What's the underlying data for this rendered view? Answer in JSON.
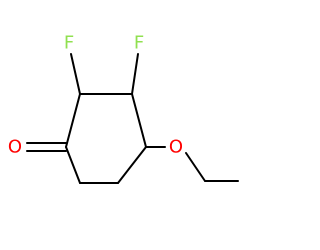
{
  "molecule": {
    "atoms": {
      "carbonyl_oxygen": {
        "symbol": "O",
        "color": "#ff0000"
      },
      "fluorine_1": {
        "symbol": "F",
        "color": "#90e050"
      },
      "fluorine_2": {
        "symbol": "F",
        "color": "#90e050"
      },
      "ether_oxygen": {
        "symbol": "O",
        "color": "#ff0000"
      }
    },
    "bond_color": "#000000",
    "background_color": "#ffffff"
  }
}
